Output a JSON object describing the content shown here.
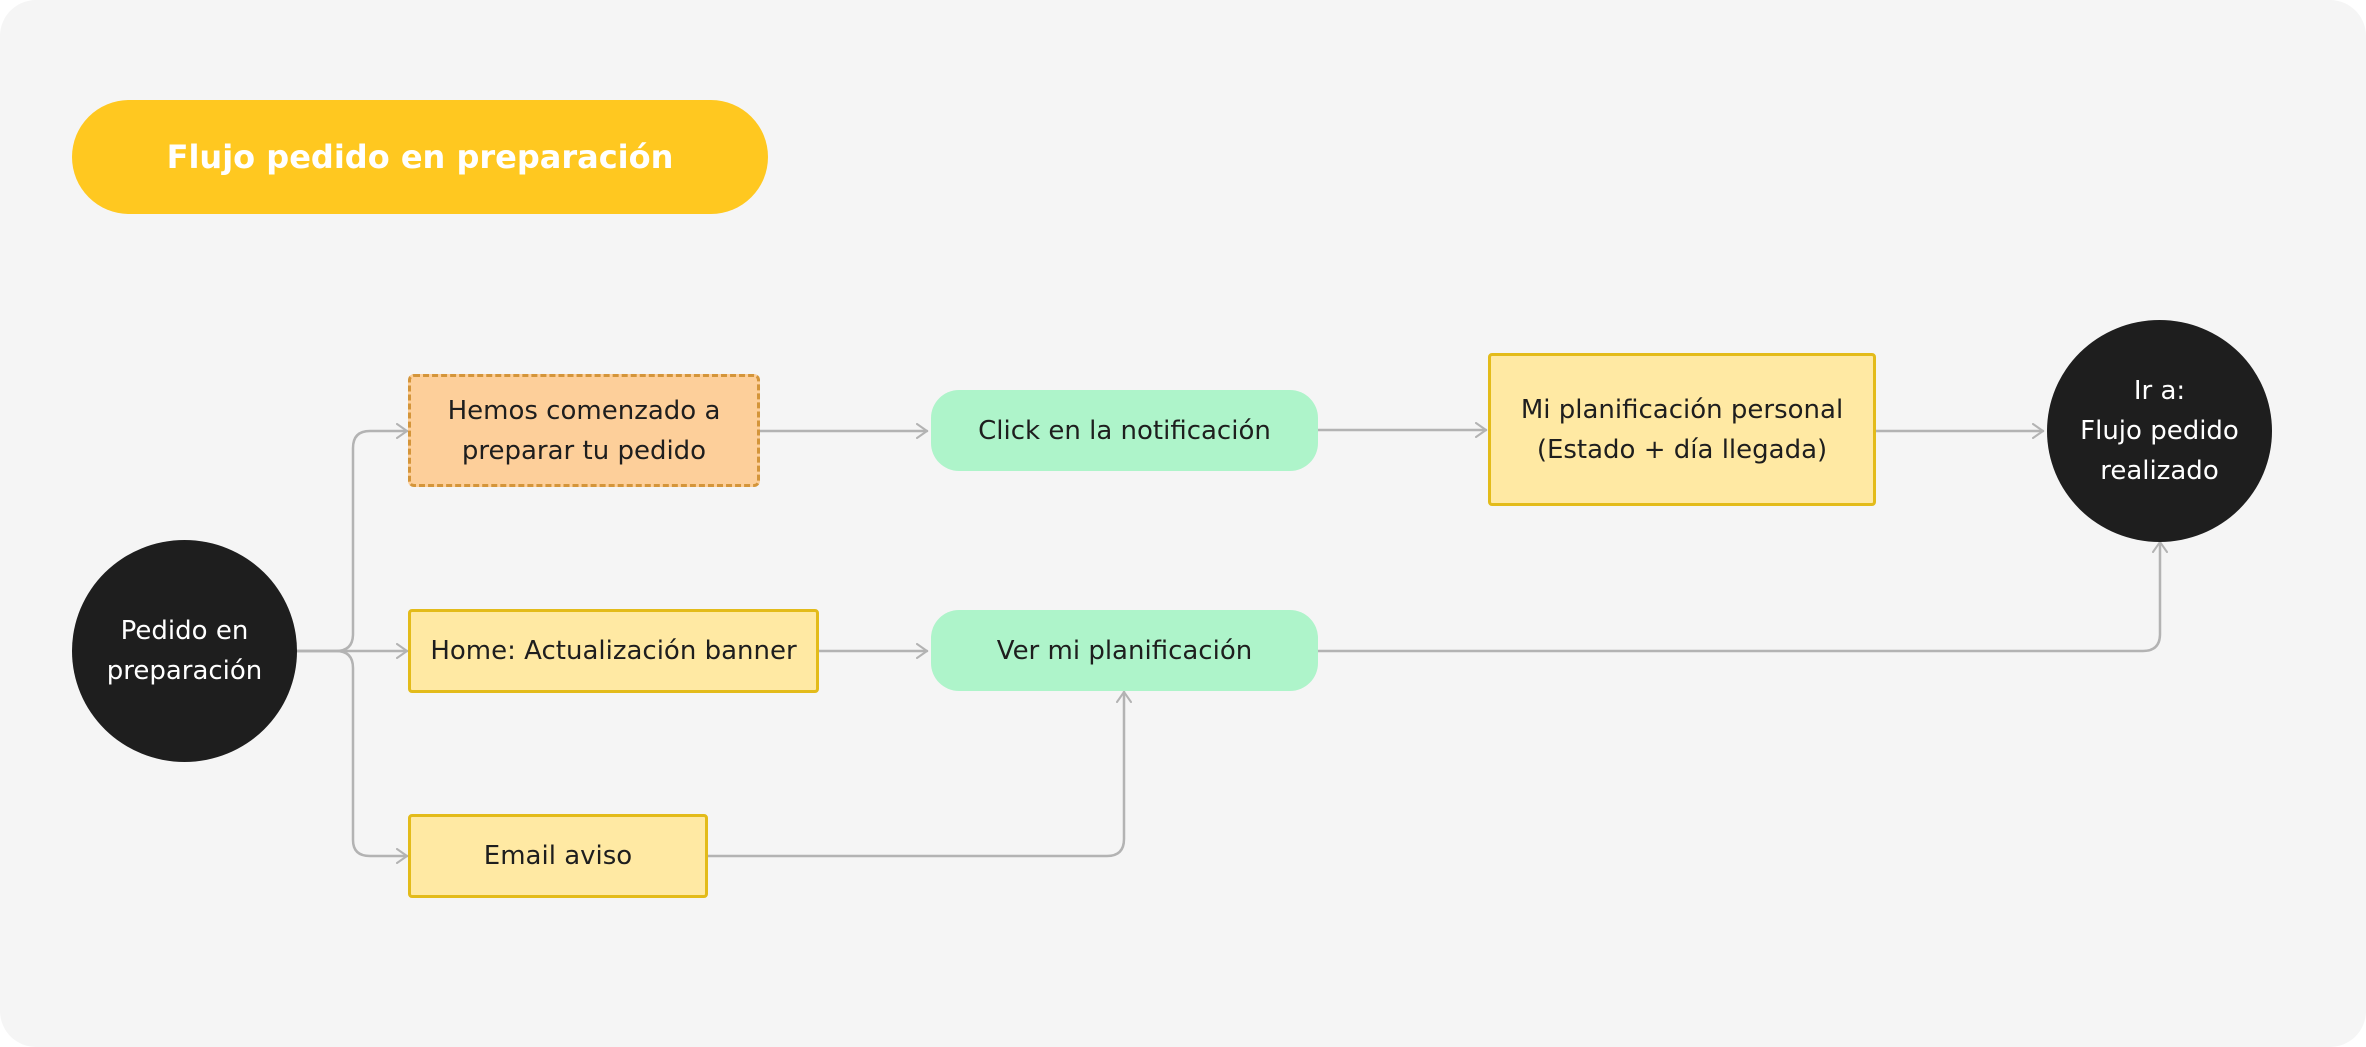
{
  "title": "Flujo pedido en preparación",
  "colors": {
    "title_fill": "#ffc820",
    "title_text": "#ffffff",
    "terminal_fill": "#1e1e1e",
    "step_fill": "#ffe9a3",
    "step_border": "#e3bb1a",
    "trigger_fill": "#fdcf9a",
    "trigger_border": "#d4953a",
    "action_fill": "#aef4ca",
    "connector": "#b3b3b3"
  },
  "nodes": {
    "start": "Pedido en\npreparación",
    "notification": "Hemos comenzado a\npreparar tu pedido",
    "home_banner": "Home: Actualización banner",
    "email": "Email aviso",
    "click_notification": "Click en la notificación",
    "see_planning": "Ver mi planificación",
    "personal_planning": "Mi planificación personal\n(Estado + día llegada)",
    "go_to": "Ir a:\nFlujo pedido\nrealizado"
  }
}
